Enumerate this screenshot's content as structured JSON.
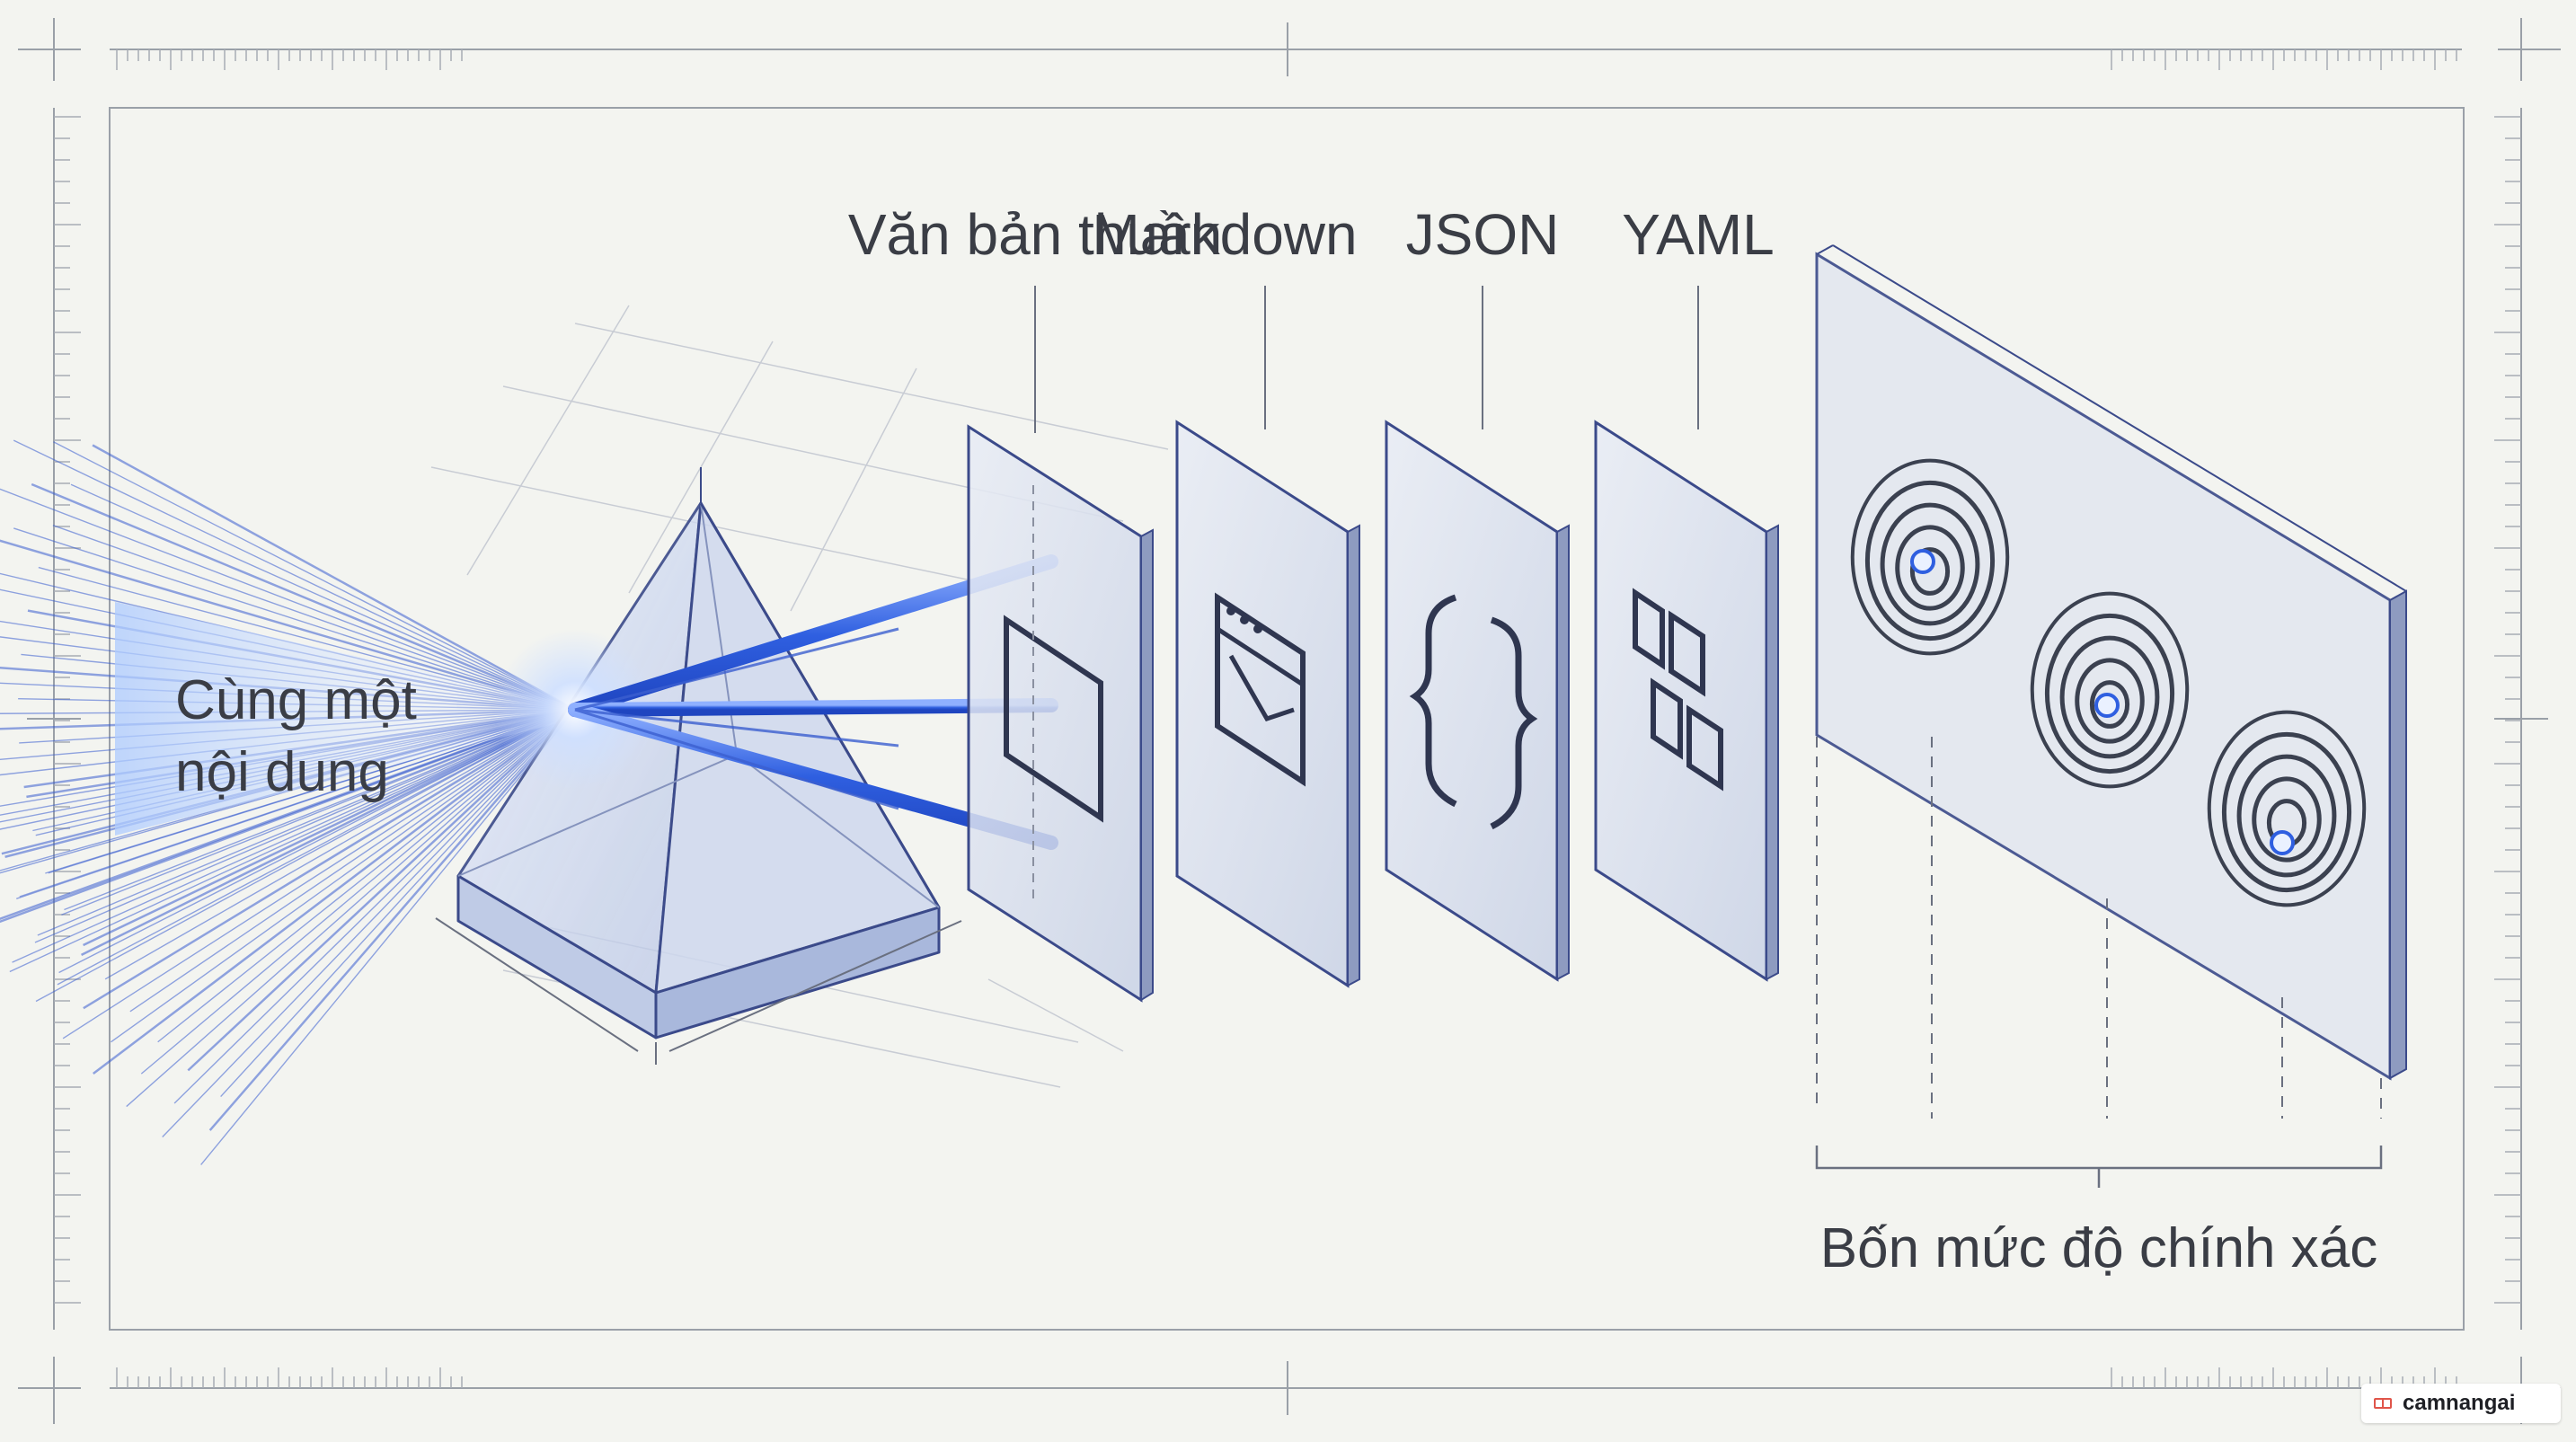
{
  "diagram": {
    "source_label_line1": "Cùng một",
    "source_label_line2": "nội dung",
    "formats": [
      "Văn bản thuần",
      "Markdown",
      "JSON",
      "YAML"
    ],
    "target_label": "Bốn mức độ chính xác"
  },
  "watermark": {
    "text": "camnangai",
    "icon": "book-icon"
  },
  "colors": {
    "background": "#f3f4f0",
    "beam": "#2f5fe0",
    "line": "#3b4a8a",
    "text": "#3a3d45"
  }
}
